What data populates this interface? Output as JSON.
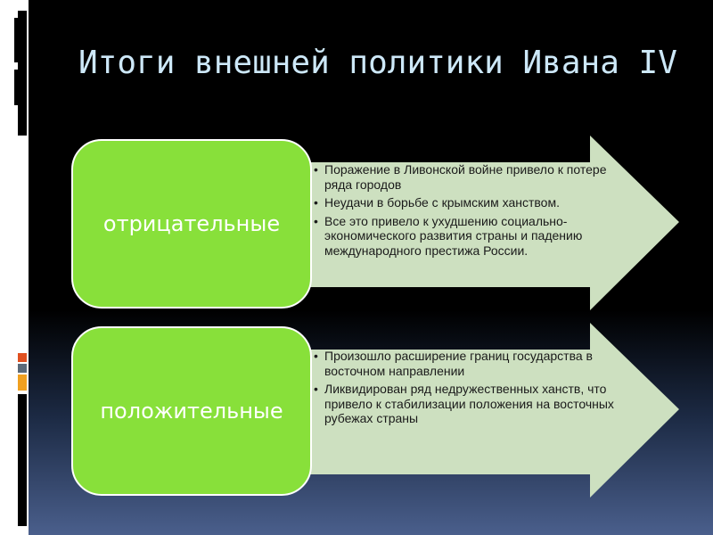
{
  "slide": {
    "title": "Итоги внешней политики Ивана IV"
  },
  "blocks": [
    {
      "label": "отрицательные",
      "items": [
        "Поражение в Ливонской войне привело к потере ряда городов",
        "Неудачи в борьбе с крымским ханством.",
        "Все это привело к ухудшению социально-экономического развития страны и падению международного престижа России."
      ]
    },
    {
      "label": "положительные",
      "items": [
        "Произошло расширение границ государства в восточном направлении",
        "Ликвидирован ряд недружественных ханств, что привело к стабилизации положения на восточных рубежах страны"
      ]
    }
  ],
  "colors": {
    "pill": "#88e03a",
    "arrow": "#cde0c0",
    "title": "#cde8f8",
    "background": "#000000"
  }
}
